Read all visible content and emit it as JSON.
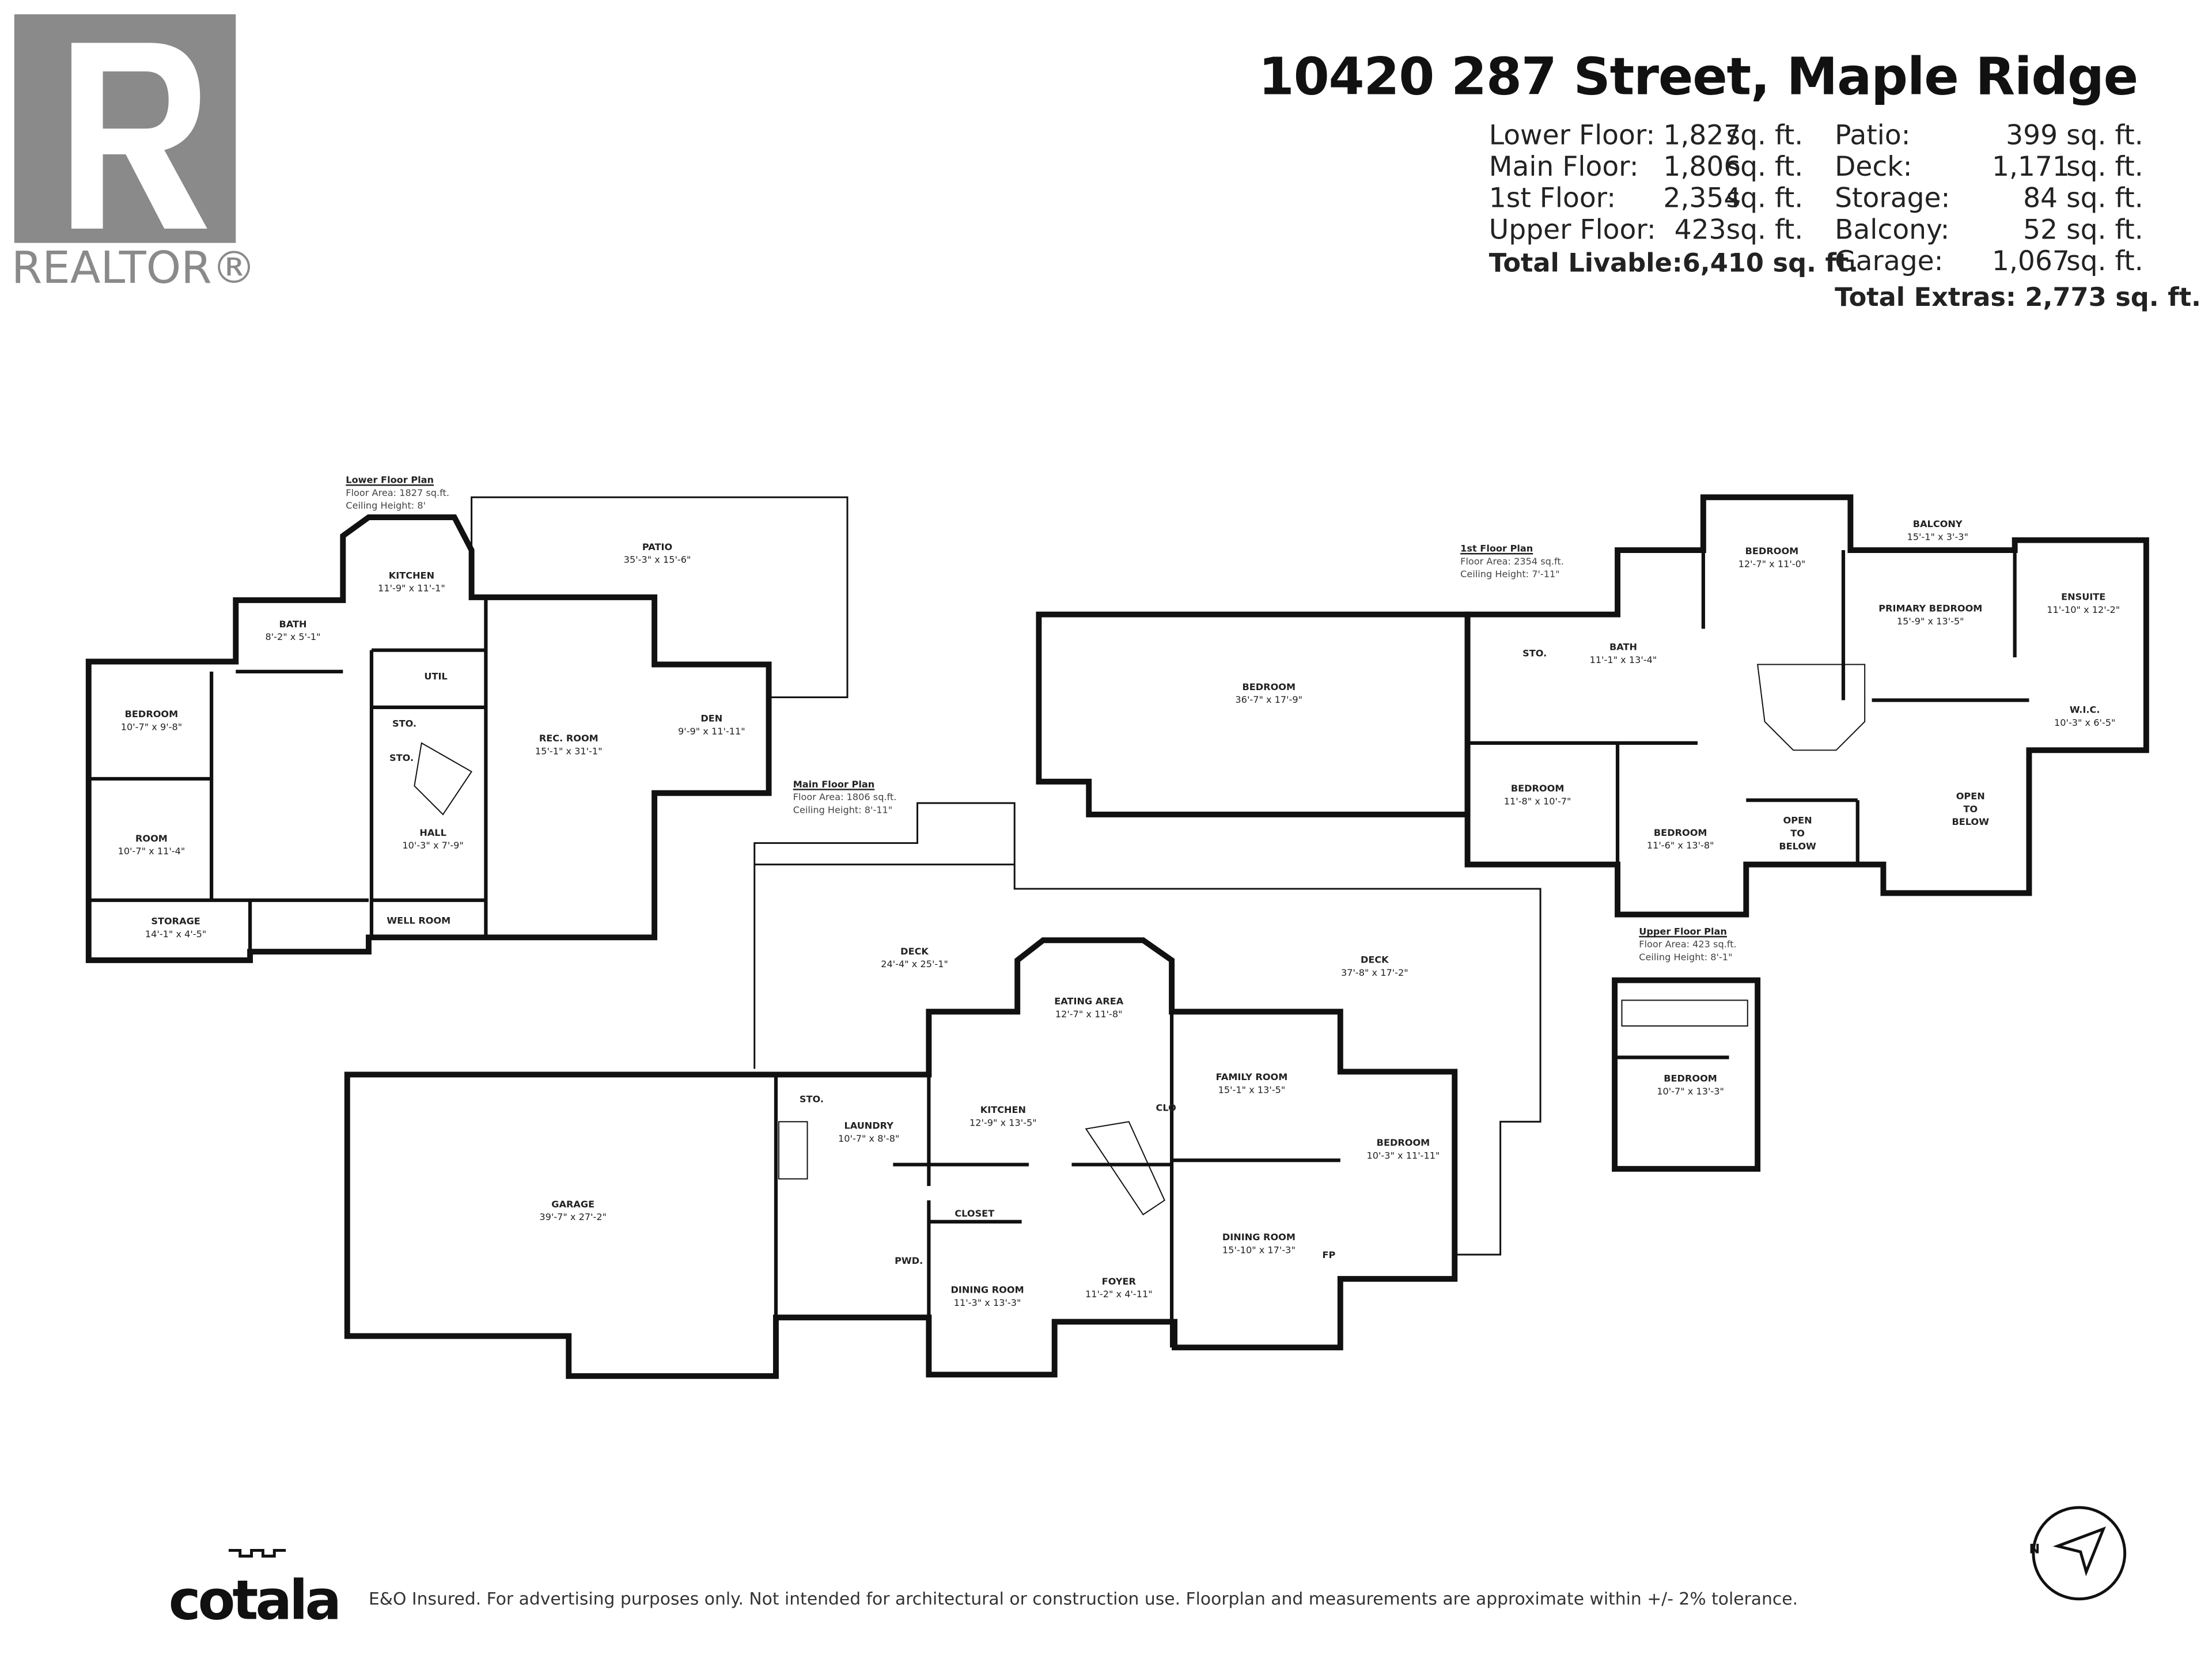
{
  "header": {
    "address": "10420 287 Street, Maple Ridge",
    "livable": [
      {
        "label": "Lower Floor:",
        "value": "1,827",
        "unit": "sq. ft."
      },
      {
        "label": "Main Floor:",
        "value": "1,806",
        "unit": "sq. ft."
      },
      {
        "label": "1st Floor:",
        "value": "2,354",
        "unit": "sq. ft."
      },
      {
        "label": "Upper Floor:",
        "value": "423",
        "unit": "sq. ft."
      }
    ],
    "total_livable": {
      "label": "Total Livable:",
      "value": "6,410 sq. ft."
    },
    "extras": [
      {
        "label": "Patio:",
        "value": "399",
        "unit": "sq. ft."
      },
      {
        "label": "Deck:",
        "value": "1,171",
        "unit": "sq. ft."
      },
      {
        "label": "Storage:",
        "value": "84",
        "unit": "sq. ft."
      },
      {
        "label": "Balcony:",
        "value": "52",
        "unit": "sq. ft."
      },
      {
        "label": "Garage:",
        "value": "1,067",
        "unit": "sq. ft."
      }
    ],
    "total_extras": {
      "label": "Total Extras:",
      "value": "2,773 sq. ft."
    }
  },
  "realtor_logo": {
    "text": "REALTOR®",
    "color": "#8a8a8a"
  },
  "plans": {
    "lower": {
      "title": "Lower Floor Plan",
      "area": "Floor Area: 1827 sq.ft.",
      "ceiling": "Ceiling Height: 8'",
      "rooms": [
        {
          "name": "KITCHEN",
          "dims": "11'-9\" x 11'-1\""
        },
        {
          "name": "PATIO",
          "dims": "35'-3\" x 15'-6\""
        },
        {
          "name": "BATH",
          "dims": "8'-2\" x 5'-1\""
        },
        {
          "name": "UTIL",
          "dims": ""
        },
        {
          "name": "BEDROOM",
          "dims": "10'-7\" x 9'-8\""
        },
        {
          "name": "STO.",
          "dims": ""
        },
        {
          "name": "STO.",
          "dims": ""
        },
        {
          "name": "REC. ROOM",
          "dims": "15'-1\" x 31'-1\""
        },
        {
          "name": "DEN",
          "dims": "9'-9\" x 11'-11\""
        },
        {
          "name": "ROOM",
          "dims": "10'-7\" x 11'-4\""
        },
        {
          "name": "HALL",
          "dims": "10'-3\" x 7'-9\""
        },
        {
          "name": "STORAGE",
          "dims": "14'-1\" x 4'-5\""
        },
        {
          "name": "WELL ROOM",
          "dims": ""
        }
      ]
    },
    "main": {
      "title": "Main Floor Plan",
      "area": "Floor Area: 1806 sq.ft.",
      "ceiling": "Ceiling Height: 8'-11\"",
      "rooms": [
        {
          "name": "DECK",
          "dims": "24'-4\" x 25'-1\""
        },
        {
          "name": "DECK",
          "dims": "37'-8\" x 17'-2\""
        },
        {
          "name": "EATING AREA",
          "dims": "12'-7\" x 11'-8\""
        },
        {
          "name": "FAMILY ROOM",
          "dims": "15'-1\" x 13'-5\""
        },
        {
          "name": "STO.",
          "dims": ""
        },
        {
          "name": "LAUNDRY",
          "dims": "10'-7\" x 8'-8\""
        },
        {
          "name": "KITCHEN",
          "dims": "12'-9\" x 13'-5\""
        },
        {
          "name": "BEDROOM",
          "dims": "10'-3\" x 11'-11\""
        },
        {
          "name": "GARAGE",
          "dims": "39'-7\" x 27'-2\""
        },
        {
          "name": "CLOSET",
          "dims": ""
        },
        {
          "name": "PWD.",
          "dims": ""
        },
        {
          "name": "DINING ROOM",
          "dims": "15'-10\" x 17'-3\""
        },
        {
          "name": "FOYER",
          "dims": "11'-2\" x 4'-11\""
        },
        {
          "name": "DINING ROOM",
          "dims": "11'-3\" x 13'-3\""
        },
        {
          "name": "CLO",
          "dims": ""
        },
        {
          "name": "FP",
          "dims": ""
        }
      ]
    },
    "first": {
      "title": "1st Floor Plan",
      "area": "Floor Area: 2354 sq.ft.",
      "ceiling": "Ceiling Height: 7'-11\"",
      "rooms": [
        {
          "name": "BEDROOM",
          "dims": "12'-7\" x 11'-0\""
        },
        {
          "name": "BALCONY",
          "dims": "15'-1\" x 3'-3\""
        },
        {
          "name": "PRIMARY BEDROOM",
          "dims": "15'-9\" x 13'-5\""
        },
        {
          "name": "ENSUITE",
          "dims": "11'-10\" x 12'-2\""
        },
        {
          "name": "BEDROOM",
          "dims": "36'-7\" x 17'-9\""
        },
        {
          "name": "STO.",
          "dims": ""
        },
        {
          "name": "BATH",
          "dims": "11'-1\" x 13'-4\""
        },
        {
          "name": "W.I.C.",
          "dims": "10'-3\" x 6'-5\""
        },
        {
          "name": "BEDROOM",
          "dims": "11'-8\" x 10'-7\""
        },
        {
          "name": "BEDROOM",
          "dims": "11'-6\" x 13'-8\""
        },
        {
          "name": "OPEN TO BELOW",
          "dims": ""
        },
        {
          "name": "OPEN TO BELOW",
          "dims": ""
        }
      ]
    },
    "upper": {
      "title": "Upper Floor Plan",
      "area": "Floor Area: 423 sq.ft.",
      "ceiling": "Ceiling Height: 8'-1\"",
      "rooms": [
        {
          "name": "BEDROOM",
          "dims": "10'-7\" x 13'-3\""
        }
      ]
    }
  },
  "footer": {
    "brand": "cotala",
    "disclaimer": "E&O Insured. For advertising purposes only. Not intended for architectural or construction use. Floorplan and measurements are approximate within +/- 2% tolerance.",
    "compass": "N"
  }
}
